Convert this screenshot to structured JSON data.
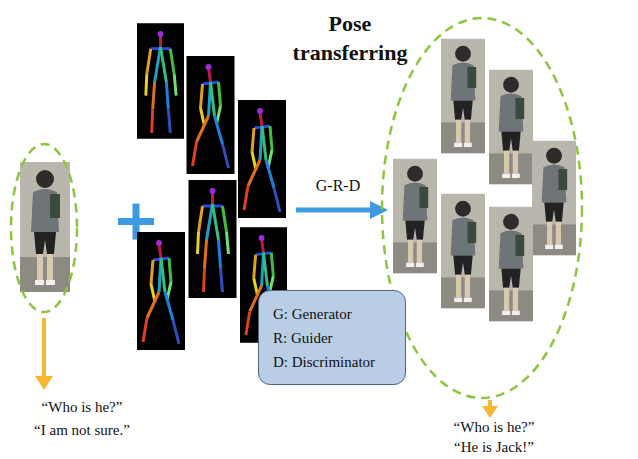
{
  "diagram": {
    "title": "Pose transferring",
    "nodes": [
      {
        "text": [
          "G: Generator",
          "R: Guider",
          "D: Discriminator"
        ]
      }
    ],
    "labels": [
      "G-R-D",
      "“Who is he?”",
      "“I am not sure.”",
      "“Who is he?”",
      "“He is Jack!”"
    ]
  }
}
